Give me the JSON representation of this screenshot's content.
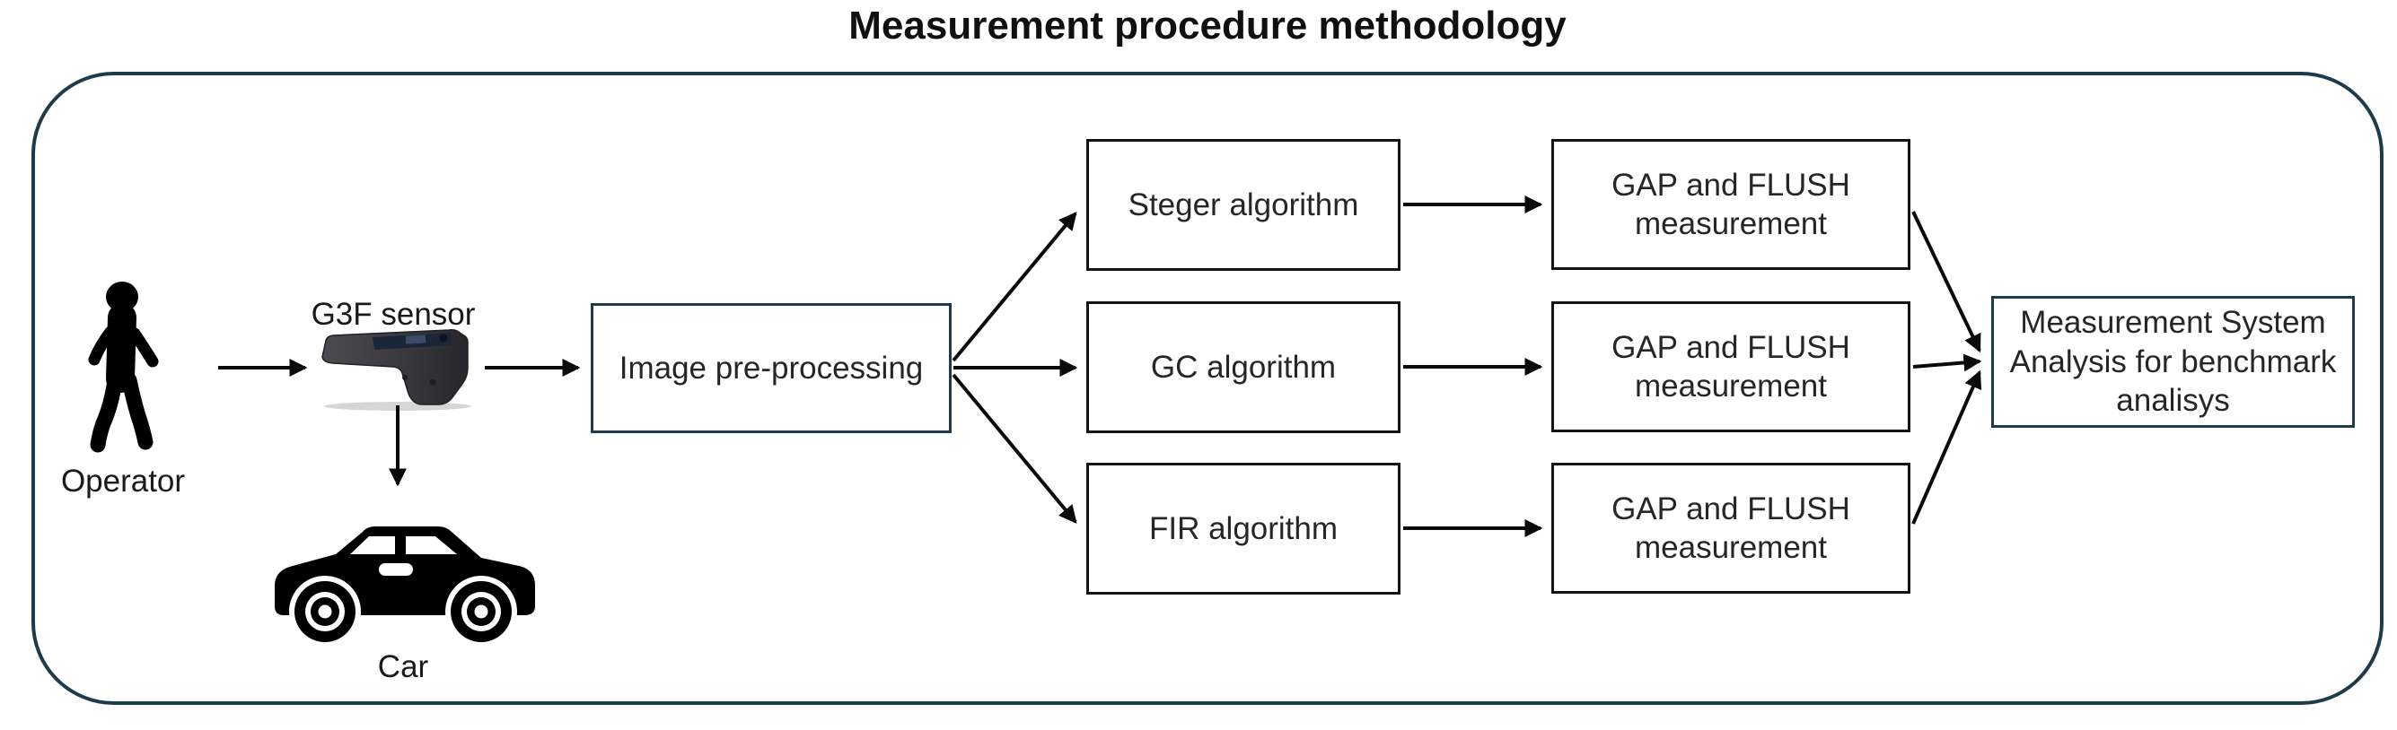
{
  "title": "Measurement procedure methodology",
  "colors": {
    "frame_border": "#1d3b4a",
    "accent_box_border": "#1d3b4a",
    "plain_box_border": "#141414",
    "arrow": "#0a0a0a",
    "text": "#232323"
  },
  "actors": {
    "operator_label": "Operator",
    "sensor_label": "G3F sensor",
    "car_label": "Car"
  },
  "boxes": {
    "preprocessing": "Image pre-processing",
    "final": "Measurement System Analysis for benchmark analisys"
  },
  "flow_rows": [
    {
      "algorithm": "Steger algorithm",
      "measurement": "GAP and FLUSH measurement"
    },
    {
      "algorithm": "GC algorithm",
      "measurement": "GAP and FLUSH measurement"
    },
    {
      "algorithm": "FIR algorithm",
      "measurement": "GAP and FLUSH measurement"
    }
  ],
  "icons": {
    "person": "person-icon",
    "sensor": "handheld-sensor-icon",
    "car": "car-icon"
  }
}
